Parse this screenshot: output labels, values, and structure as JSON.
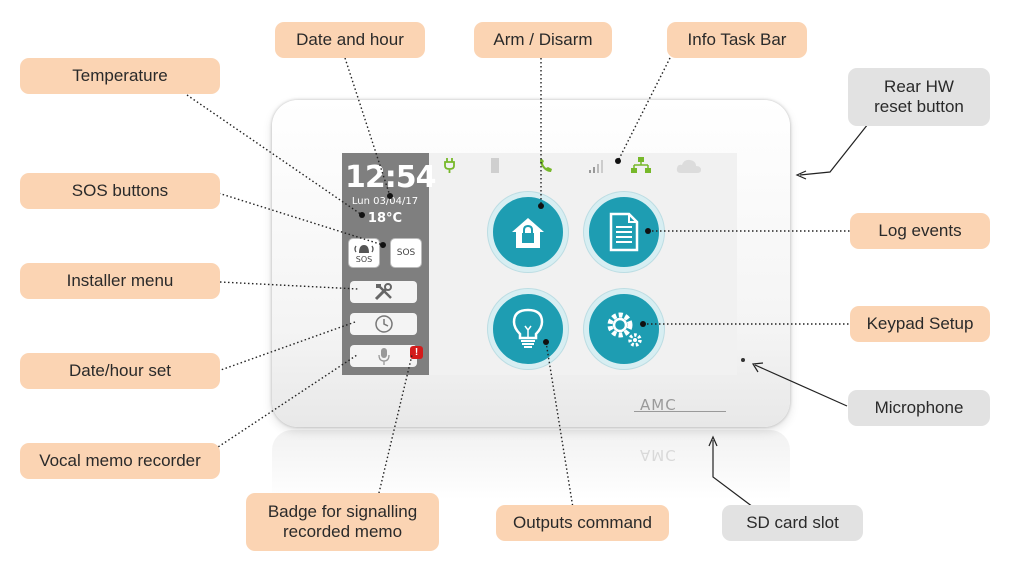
{
  "callouts": {
    "date_and_hour": "Date and hour",
    "arm_disarm": "Arm / Disarm",
    "info_task_bar": "Info Task Bar",
    "temperature": "Temperature",
    "rear_hw_reset_line1": "Rear HW",
    "rear_hw_reset_line2": "reset button",
    "sos_buttons": "SOS buttons",
    "log_events": "Log events",
    "installer_menu": "Installer menu",
    "keypad_setup": "Keypad Setup",
    "date_hour_set": "Date/hour set",
    "microphone": "Microphone",
    "vocal_memo_recorder": "Vocal memo recorder",
    "badge_line1": "Badge for signalling",
    "badge_line2": "recorded memo",
    "outputs_command": "Outputs command",
    "sd_card_slot": "SD card slot"
  },
  "screen": {
    "time": "12:54",
    "date": "Lun 03/04/17",
    "temperature": "18°C",
    "sos_label_1": "SOS",
    "sos_label_2": "SOS",
    "badge": "!",
    "brand": "AMC"
  },
  "colors": {
    "callout_orange": "#fbd4b3",
    "callout_gray": "#e2e2e2",
    "button_teal": "#1e9db2",
    "sidebar_gray": "#7f7f7f",
    "taskbar_green": "#77b82a",
    "badge_red": "#d31b1b"
  },
  "icons": {
    "taskbar": [
      "plug-icon",
      "battery-icon",
      "phone-icon",
      "signal-icon",
      "network-icon",
      "cloud-icon"
    ],
    "main_buttons": [
      "house-lock-icon",
      "document-icon",
      "lightbulb-icon",
      "gears-icon"
    ],
    "sidebar": [
      "tools-icon",
      "clock-icon",
      "microphone-icon"
    ]
  }
}
